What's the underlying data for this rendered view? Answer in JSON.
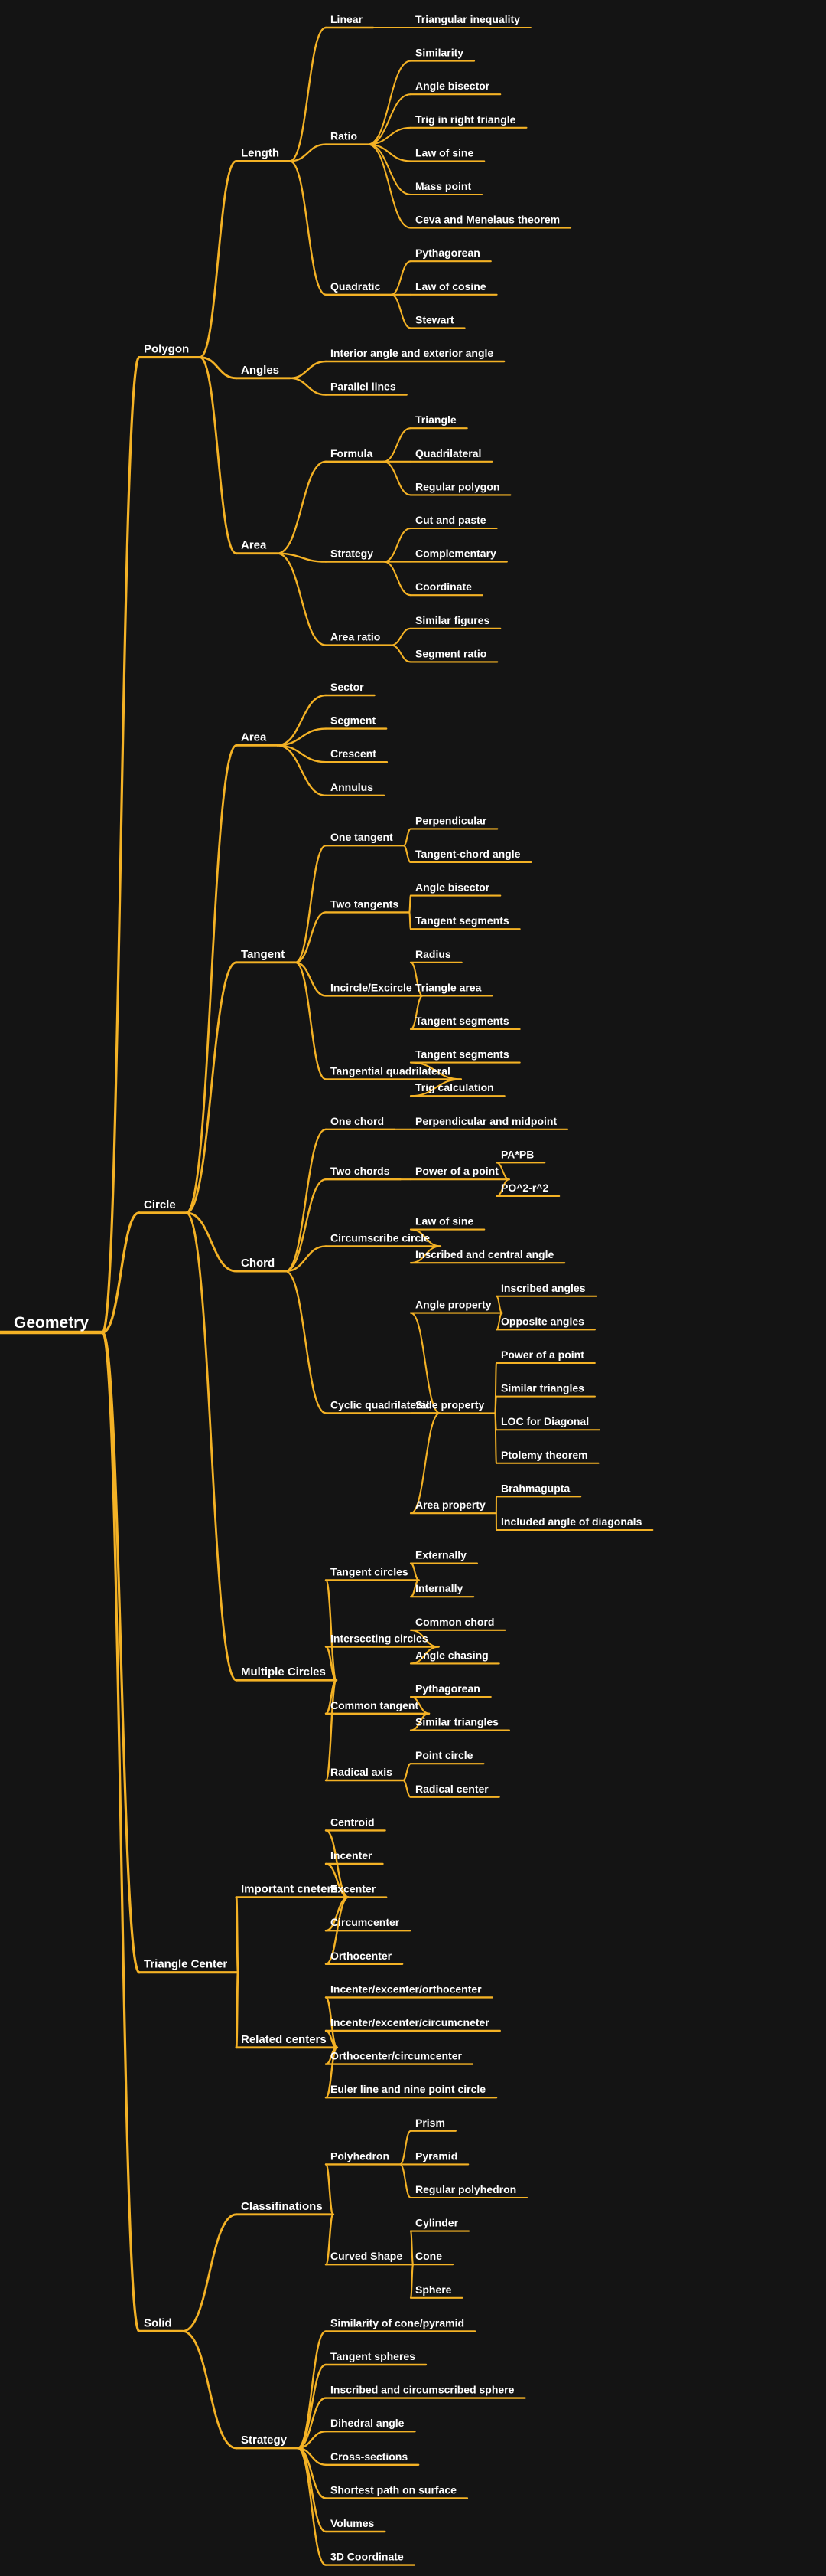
{
  "colors": {
    "background": "#141414",
    "branch": "#f4b225",
    "text": "#ffffff"
  },
  "mindmap": {
    "label": "Geometry",
    "children": [
      {
        "label": "Polygon",
        "children": [
          {
            "label": "Length",
            "children": [
              {
                "label": "Linear",
                "children": [
                  {
                    "label": "Triangular inequality"
                  }
                ]
              },
              {
                "label": "Ratio",
                "children": [
                  {
                    "label": "Similarity"
                  },
                  {
                    "label": "Angle bisector"
                  },
                  {
                    "label": "Trig in right triangle"
                  },
                  {
                    "label": "Law of sine"
                  },
                  {
                    "label": "Mass point"
                  },
                  {
                    "label": "Ceva and Menelaus theorem"
                  }
                ]
              },
              {
                "label": "Quadratic",
                "children": [
                  {
                    "label": "Pythagorean"
                  },
                  {
                    "label": "Law of cosine"
                  },
                  {
                    "label": "Stewart"
                  }
                ]
              }
            ]
          },
          {
            "label": "Angles",
            "children": [
              {
                "label": "Interior angle and exterior angle"
              },
              {
                "label": "Parallel lines"
              }
            ]
          },
          {
            "label": "Area",
            "children": [
              {
                "label": "Formula",
                "children": [
                  {
                    "label": "Triangle"
                  },
                  {
                    "label": "Quadrilateral"
                  },
                  {
                    "label": "Regular polygon"
                  }
                ]
              },
              {
                "label": "Strategy",
                "children": [
                  {
                    "label": "Cut and paste"
                  },
                  {
                    "label": "Complementary"
                  },
                  {
                    "label": "Coordinate"
                  }
                ]
              },
              {
                "label": "Area ratio",
                "children": [
                  {
                    "label": "Similar figures"
                  },
                  {
                    "label": "Segment ratio"
                  }
                ]
              }
            ]
          }
        ]
      },
      {
        "label": "Circle",
        "children": [
          {
            "label": "Area",
            "children": [
              {
                "label": "Sector"
              },
              {
                "label": "Segment"
              },
              {
                "label": "Crescent"
              },
              {
                "label": "Annulus"
              }
            ]
          },
          {
            "label": "Tangent",
            "children": [
              {
                "label": "One tangent",
                "children": [
                  {
                    "label": "Perpendicular"
                  },
                  {
                    "label": "Tangent-chord angle"
                  }
                ]
              },
              {
                "label": "Two tangents",
                "children": [
                  {
                    "label": "Angle bisector"
                  },
                  {
                    "label": "Tangent segments"
                  }
                ]
              },
              {
                "label": "Incircle/Excircle",
                "children": [
                  {
                    "label": "Radius"
                  },
                  {
                    "label": "Triangle area"
                  },
                  {
                    "label": "Tangent segments"
                  }
                ]
              },
              {
                "label": "Tangential quadrilateral",
                "children": [
                  {
                    "label": "Tangent segments"
                  },
                  {
                    "label": "Trig calculation"
                  }
                ]
              }
            ]
          },
          {
            "label": "Chord",
            "children": [
              {
                "label": "One chord",
                "children": [
                  {
                    "label": "Perpendicular and midpoint"
                  }
                ]
              },
              {
                "label": "Two chords",
                "children": [
                  {
                    "label": "Power of a point",
                    "children": [
                      {
                        "label": "PA*PB"
                      },
                      {
                        "label": "PO^2-r^2"
                      }
                    ]
                  }
                ]
              },
              {
                "label": "Circumscribe circle",
                "children": [
                  {
                    "label": "Law of sine"
                  },
                  {
                    "label": "Inscribed and central angle"
                  }
                ]
              },
              {
                "label": "Cyclic quadrilateral",
                "children": [
                  {
                    "label": "Angle property",
                    "children": [
                      {
                        "label": "Inscribed angles"
                      },
                      {
                        "label": "Opposite angles"
                      }
                    ]
                  },
                  {
                    "label": "Side property",
                    "children": [
                      {
                        "label": "Power of a point"
                      },
                      {
                        "label": "Similar triangles"
                      },
                      {
                        "label": "LOC for Diagonal"
                      },
                      {
                        "label": "Ptolemy theorem"
                      }
                    ]
                  },
                  {
                    "label": "Area property",
                    "children": [
                      {
                        "label": "Brahmagupta"
                      },
                      {
                        "label": "Included angle of diagonals"
                      }
                    ]
                  }
                ]
              }
            ]
          },
          {
            "label": "Multiple Circles",
            "children": [
              {
                "label": "Tangent circles",
                "children": [
                  {
                    "label": "Externally"
                  },
                  {
                    "label": "Internally"
                  }
                ]
              },
              {
                "label": "Intersecting circles",
                "children": [
                  {
                    "label": "Common chord"
                  },
                  {
                    "label": "Angle chasing"
                  }
                ]
              },
              {
                "label": "Common tangent",
                "children": [
                  {
                    "label": "Pythagorean"
                  },
                  {
                    "label": "Similar triangles"
                  }
                ]
              },
              {
                "label": "Radical axis",
                "children": [
                  {
                    "label": "Point circle"
                  },
                  {
                    "label": "Radical center"
                  }
                ]
              }
            ]
          }
        ]
      },
      {
        "label": "Triangle Center",
        "children": [
          {
            "label": "Important cneters",
            "children": [
              {
                "label": "Centroid"
              },
              {
                "label": "Incenter"
              },
              {
                "label": "Excenter"
              },
              {
                "label": "Circumcenter"
              },
              {
                "label": "Orthocenter"
              }
            ]
          },
          {
            "label": "Related centers",
            "children": [
              {
                "label": "Incenter/excenter/orthocenter"
              },
              {
                "label": "Incenter/excenter/circumcneter"
              },
              {
                "label": "Orthocenter/circumcenter"
              },
              {
                "label": "Euler line and nine point circle"
              }
            ]
          }
        ]
      },
      {
        "label": "Solid",
        "children": [
          {
            "label": "Classifinations",
            "children": [
              {
                "label": "Polyhedron",
                "children": [
                  {
                    "label": "Prism"
                  },
                  {
                    "label": "Pyramid"
                  },
                  {
                    "label": "Regular polyhedron"
                  }
                ]
              },
              {
                "label": "Curved Shape",
                "children": [
                  {
                    "label": "Cylinder"
                  },
                  {
                    "label": "Cone"
                  },
                  {
                    "label": "Sphere"
                  }
                ]
              }
            ]
          },
          {
            "label": "Strategy",
            "children": [
              {
                "label": "Similarity of cone/pyramid"
              },
              {
                "label": "Tangent spheres"
              },
              {
                "label": "Inscribed and circumscribed sphere"
              },
              {
                "label": "Dihedral angle"
              },
              {
                "label": "Cross-sections"
              },
              {
                "label": "Shortest path on surface"
              },
              {
                "label": "Volumes"
              },
              {
                "label": "3D Coordinate"
              }
            ]
          }
        ]
      }
    ]
  }
}
